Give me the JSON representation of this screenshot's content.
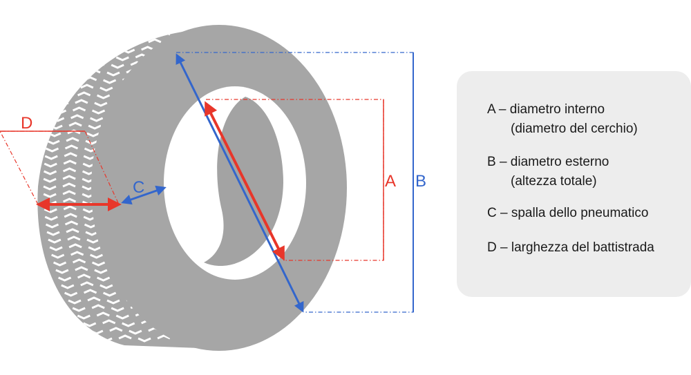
{
  "diagram": {
    "labels": {
      "A": "A",
      "B": "B",
      "C": "C",
      "D": "D"
    },
    "colors": {
      "tire": "#a6a6a6",
      "inner_tire": "#a0a0a0",
      "red": "#e8362a",
      "blue": "#3366cc",
      "panel": "#ededed"
    }
  },
  "legend": {
    "items": [
      {
        "line": "A – diametro interno",
        "sub": "(diametro del cerchio)"
      },
      {
        "line": "B – diametro esterno",
        "sub": "(altezza totale)"
      },
      {
        "line": "C – spalla dello pneumatico",
        "sub": ""
      },
      {
        "line": "D – larghezza del battistrada",
        "sub": ""
      }
    ]
  }
}
